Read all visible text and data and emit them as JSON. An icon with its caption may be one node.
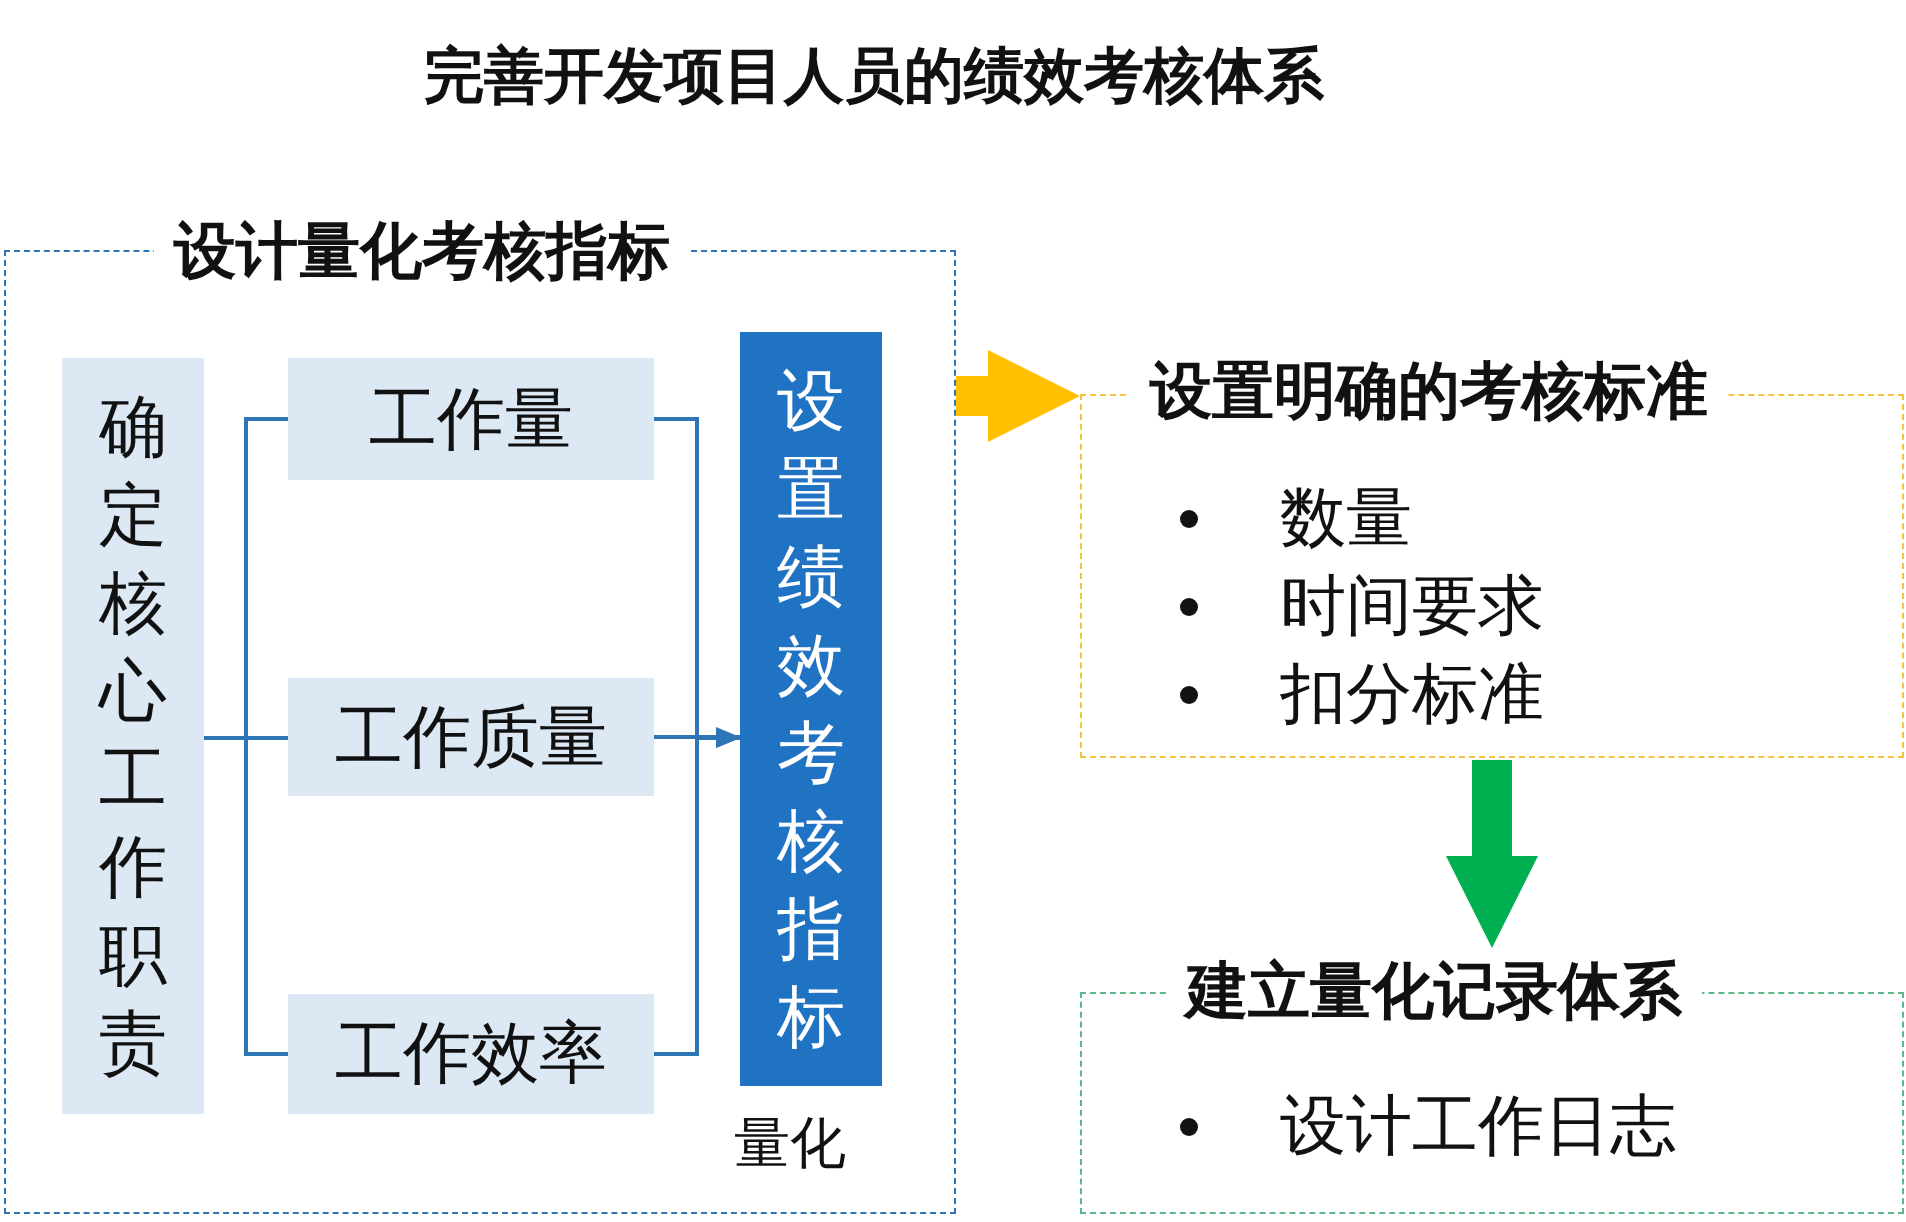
{
  "diagram": {
    "title": "完善开发项目人员的绩效考核体系",
    "nodes": [
      {
        "text": [
          "设计量化考核指标"
        ]
      },
      {
        "text": [
          "确定核心工作职责"
        ],
        "in": 0
      },
      {
        "text": [
          "工作量"
        ],
        "in": 0
      },
      {
        "text": [
          "工作质量"
        ],
        "in": 0
      },
      {
        "text": [
          "工作效率"
        ],
        "in": 0
      },
      {
        "text": [
          "设置绩效考核指标"
        ],
        "in": 0,
        "beside": [
          "量化"
        ]
      },
      {
        "text": [
          "设置明确的考核标准",
          "数量",
          "时间要求",
          "扣分标准"
        ]
      },
      {
        "text": [
          "建立量化记录体系",
          "设计工作日志"
        ]
      }
    ],
    "edges": [
      {
        "from": 1,
        "to": 2,
        "arrow": "none"
      },
      {
        "from": 1,
        "to": 3,
        "arrow": "none"
      },
      {
        "from": 1,
        "to": 4,
        "arrow": "none"
      },
      {
        "from": 2,
        "to": 5,
        "arrow": "to"
      },
      {
        "from": 3,
        "to": 5,
        "arrow": "to"
      },
      {
        "from": 4,
        "to": 5,
        "arrow": "to"
      },
      {
        "from": 0,
        "to": 6,
        "arrow": "to",
        "style": "thick",
        "color": "#ffc000"
      },
      {
        "from": 6,
        "to": 7,
        "arrow": "to",
        "style": "thick",
        "color": "#00b050"
      }
    ]
  }
}
